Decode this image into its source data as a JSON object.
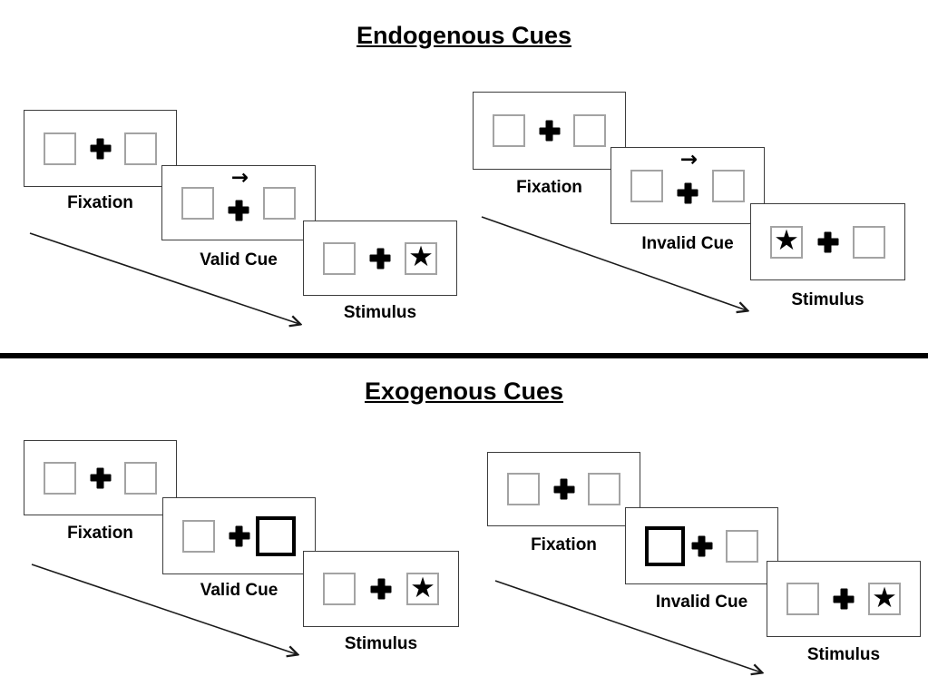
{
  "figure": {
    "background": "#ffffff",
    "divider_color": "#000000"
  },
  "glyphs": {
    "star": "★",
    "cue_arrow": "→"
  },
  "colors": {
    "panel_border": "#3d3d3d",
    "placeholder_box_border": "#a3a3a3",
    "cued_box_border": "#000000",
    "ink": "#000000"
  },
  "sections": [
    {
      "title": "Endogenous Cues",
      "trials": [
        {
          "name": "valid-trial",
          "frames": [
            {
              "label": "Fixation",
              "left_box": "empty",
              "right_box": "empty",
              "cue": "none"
            },
            {
              "label": "Valid Cue",
              "left_box": "empty",
              "right_box": "empty",
              "cue": "arrow-right-above-fixation"
            },
            {
              "label": "Stimulus",
              "left_box": "empty",
              "right_box": "star",
              "cue": "none"
            }
          ]
        },
        {
          "name": "invalid-trial",
          "frames": [
            {
              "label": "Fixation",
              "left_box": "empty",
              "right_box": "empty",
              "cue": "none"
            },
            {
              "label": "Invalid Cue",
              "left_box": "empty",
              "right_box": "empty",
              "cue": "arrow-right-above-fixation"
            },
            {
              "label": "Stimulus",
              "left_box": "star",
              "right_box": "empty",
              "cue": "none"
            }
          ]
        }
      ]
    },
    {
      "title": "Exogenous Cues",
      "trials": [
        {
          "name": "valid-trial",
          "frames": [
            {
              "label": "Fixation",
              "left_box": "empty",
              "right_box": "empty",
              "cue": "none"
            },
            {
              "label": "Valid Cue",
              "left_box": "empty",
              "right_box": "highlighted",
              "cue": "box-highlight-right"
            },
            {
              "label": "Stimulus",
              "left_box": "empty",
              "right_box": "star",
              "cue": "none"
            }
          ]
        },
        {
          "name": "invalid-trial",
          "frames": [
            {
              "label": "Fixation",
              "left_box": "empty",
              "right_box": "empty",
              "cue": "none"
            },
            {
              "label": "Invalid Cue",
              "left_box": "highlighted",
              "right_box": "empty",
              "cue": "box-highlight-left"
            },
            {
              "label": "Stimulus",
              "left_box": "empty",
              "right_box": "star",
              "cue": "none"
            }
          ]
        }
      ]
    }
  ]
}
